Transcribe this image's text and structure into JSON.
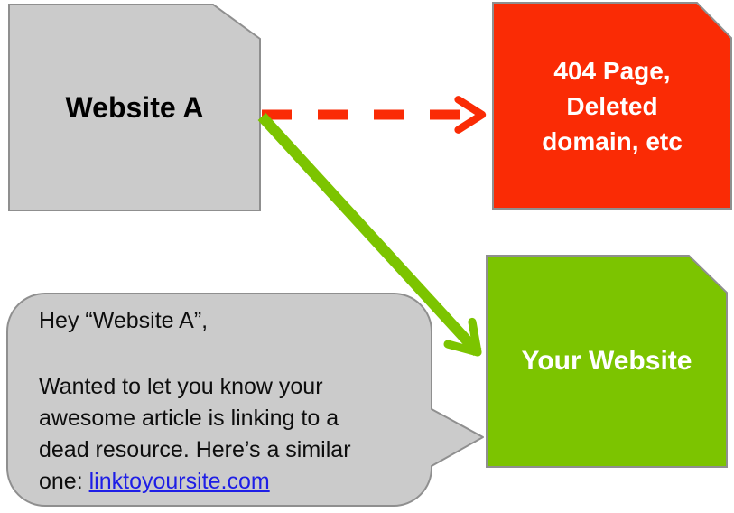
{
  "diagram": {
    "website_a": {
      "label": "Website A"
    },
    "dead_resource": {
      "lines": [
        "404 Page,",
        "Deleted",
        "domain, etc"
      ]
    },
    "your_website": {
      "label": "Your Website"
    },
    "speech_bubble": {
      "greeting": "Hey “Website A”,",
      "body_lines": [
        "Wanted to let you know your",
        "awesome article is linking to a",
        "dead resource. Here’s a similar"
      ],
      "last_line_prefix": "one: ",
      "link_text": "linktoyoursite.com"
    }
  },
  "colors": {
    "box_gray": "#cbcbcb",
    "box_red": "#fa2b05",
    "box_green": "#7cc400",
    "border_gray": "#8f8f8f",
    "arrow_red": "#fa2b05",
    "arrow_green": "#7cc400",
    "link_blue": "#1e1ee6",
    "title_white": "#ffffff",
    "title_black": "#000000"
  }
}
